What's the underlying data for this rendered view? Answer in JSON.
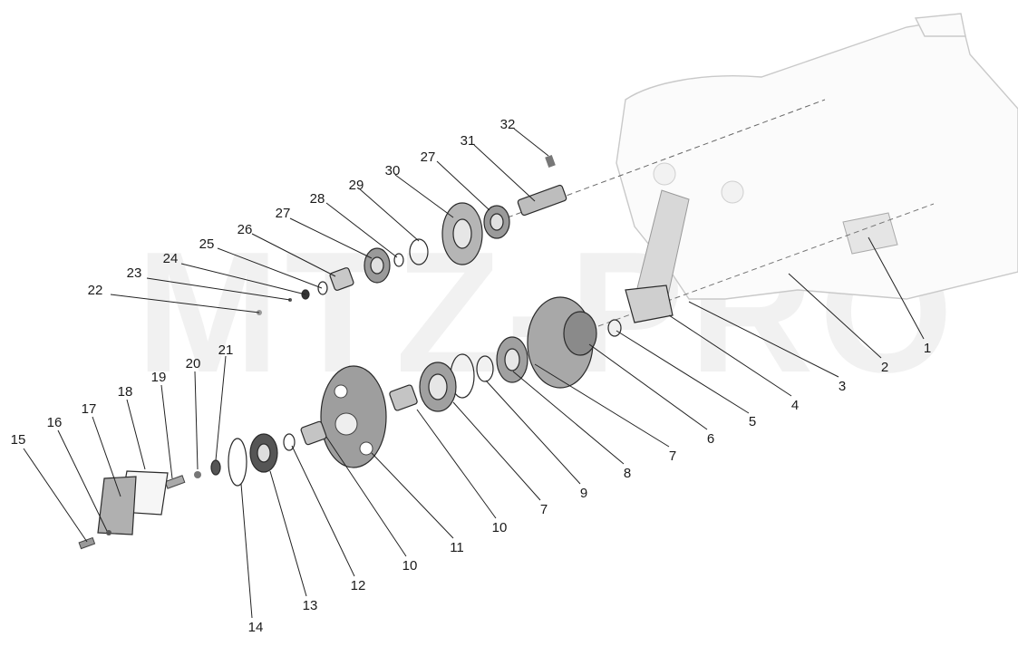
{
  "watermark": "MTZ-PRO",
  "parts": [
    "1",
    "2",
    "3",
    "4",
    "5",
    "6",
    "7",
    "8",
    "9",
    "10",
    "11",
    "12",
    "13",
    "14",
    "15",
    "16",
    "17",
    "18",
    "19",
    "20",
    "21",
    "22",
    "23",
    "24",
    "25",
    "26",
    "27",
    "28",
    "29",
    "30",
    "31",
    "32"
  ],
  "callouts": [
    {
      "label": "1"
    },
    {
      "label": "2"
    },
    {
      "label": "3"
    },
    {
      "label": "4"
    },
    {
      "label": "5"
    },
    {
      "label": "6"
    },
    {
      "label": "7"
    },
    {
      "label": "7"
    },
    {
      "label": "8"
    },
    {
      "label": "9"
    },
    {
      "label": "10"
    },
    {
      "label": "10"
    },
    {
      "label": "11"
    },
    {
      "label": "12"
    },
    {
      "label": "13"
    },
    {
      "label": "14"
    },
    {
      "label": "15"
    },
    {
      "label": "16"
    },
    {
      "label": "17"
    },
    {
      "label": "18"
    },
    {
      "label": "19"
    },
    {
      "label": "20"
    },
    {
      "label": "21"
    },
    {
      "label": "22"
    },
    {
      "label": "23"
    },
    {
      "label": "24"
    },
    {
      "label": "25"
    },
    {
      "label": "26"
    },
    {
      "label": "27"
    },
    {
      "label": "27"
    },
    {
      "label": "28"
    },
    {
      "label": "29"
    },
    {
      "label": "30"
    },
    {
      "label": "31"
    },
    {
      "label": "32"
    }
  ]
}
